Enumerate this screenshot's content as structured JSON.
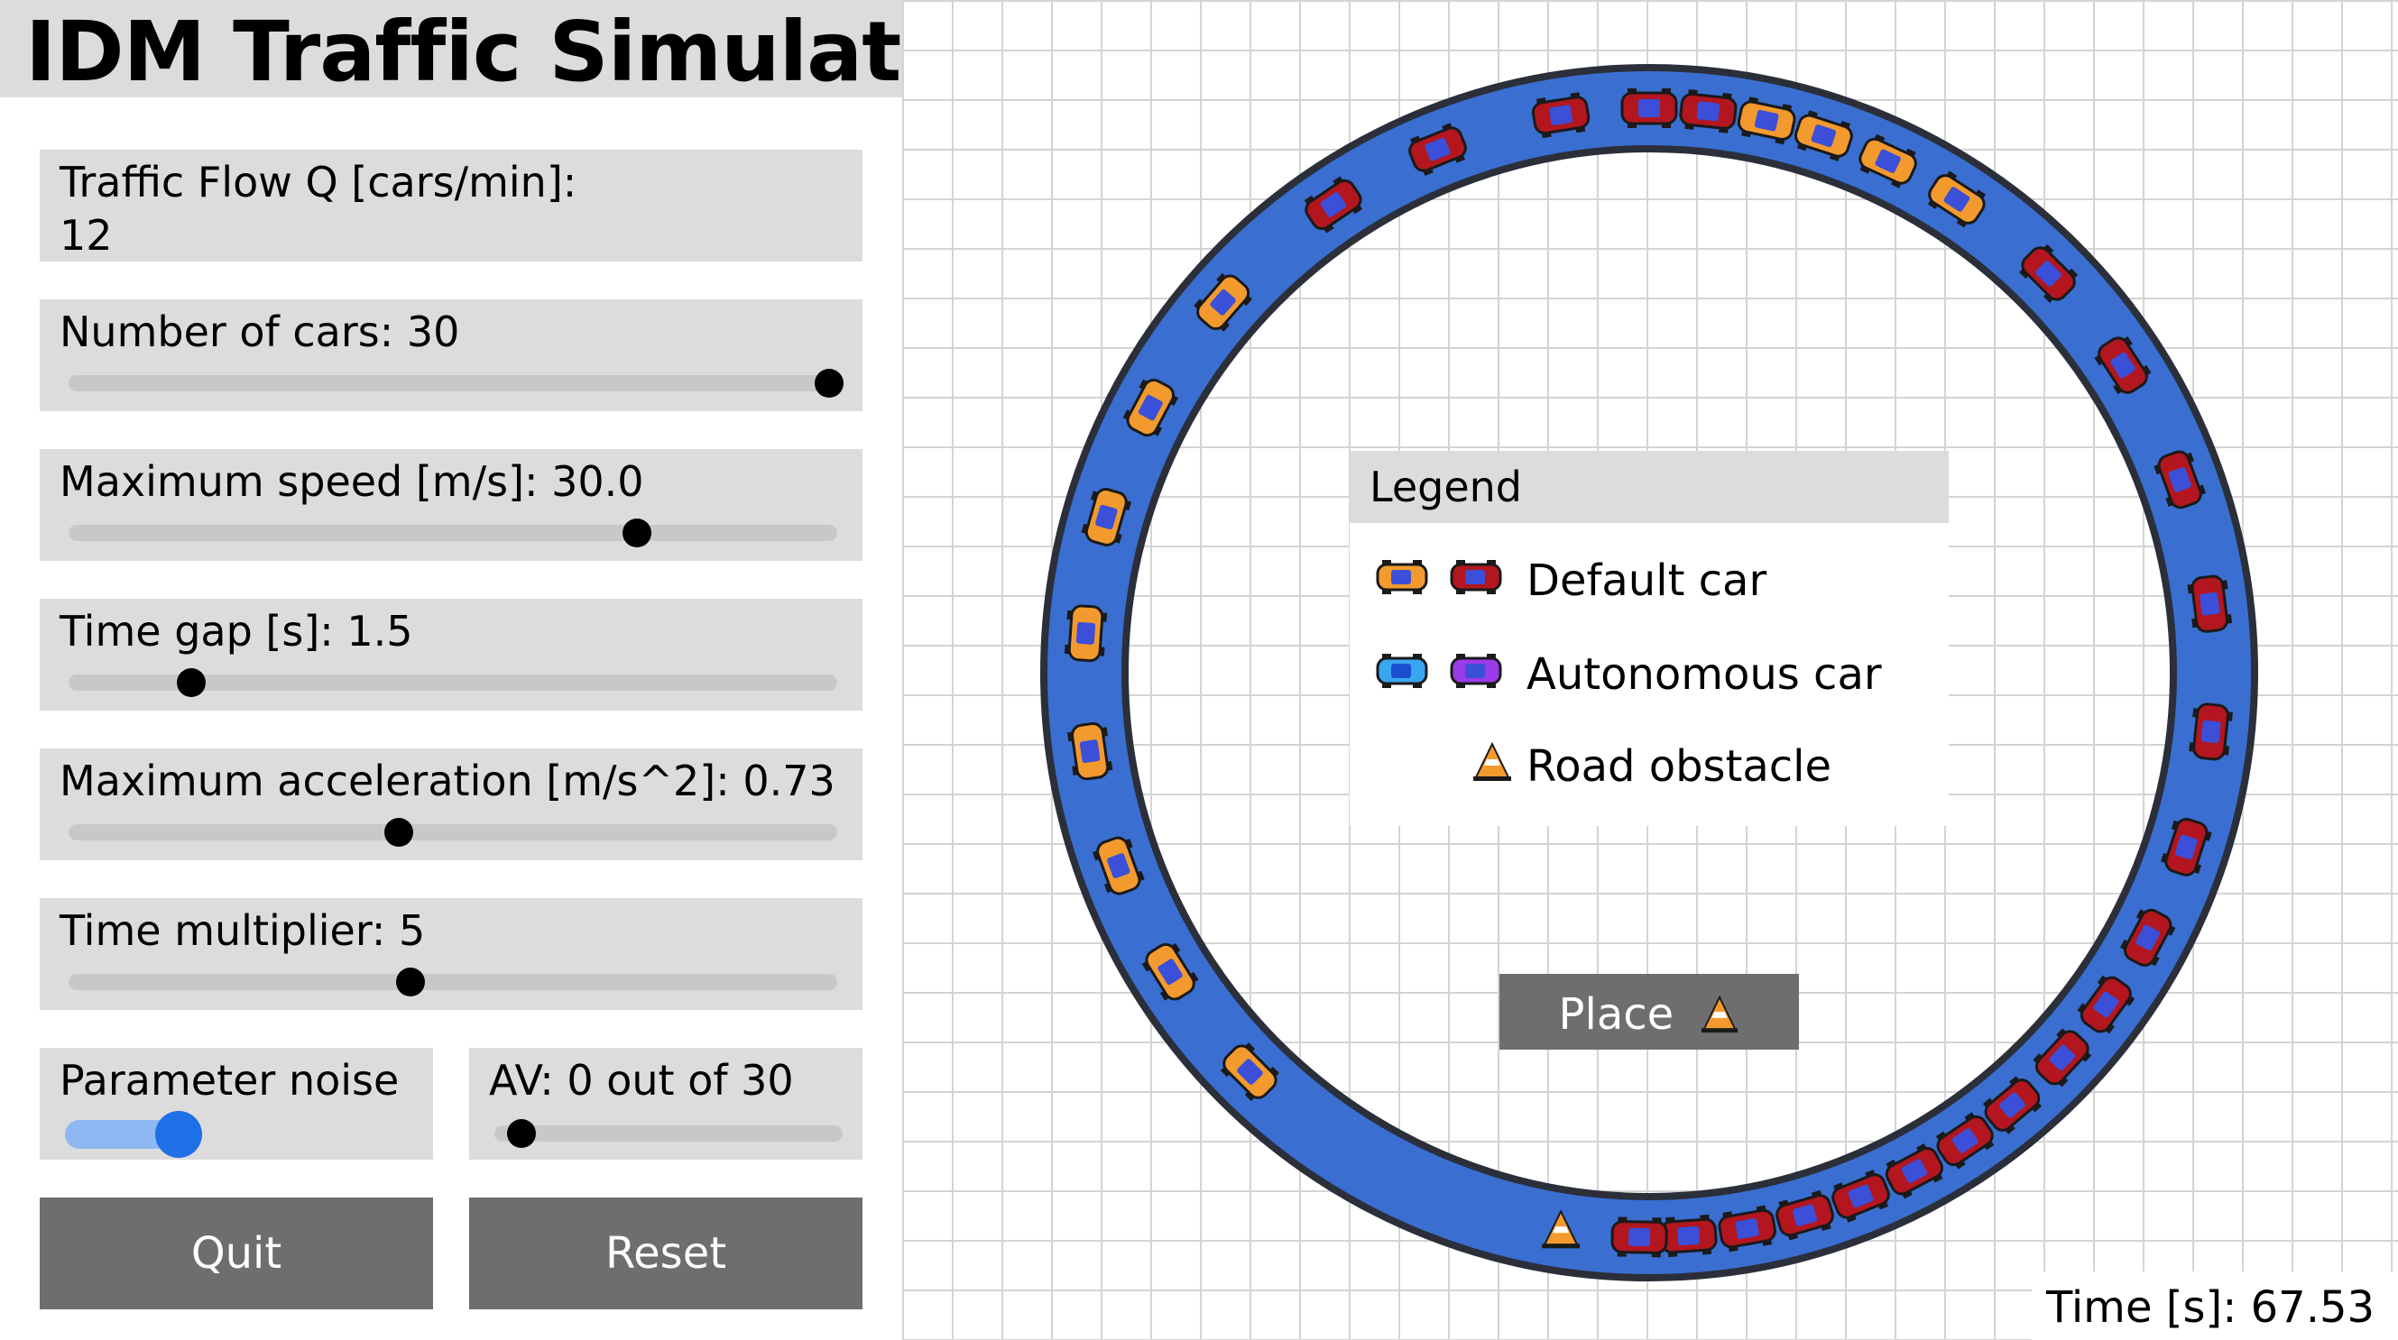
{
  "app": {
    "title": "IDM Traffic Simulator"
  },
  "controls": {
    "traffic_flow": {
      "label": "Traffic Flow Q [cars/min]:",
      "value": "12"
    },
    "num_cars": {
      "label": "Number of cars: 30",
      "fraction": 0.99
    },
    "max_speed": {
      "label": "Maximum speed [m/s]: 30.0",
      "fraction": 0.74
    },
    "time_gap": {
      "label": "Time gap [s]: 1.5",
      "fraction": 0.16
    },
    "max_accel": {
      "label": "Maximum acceleration [m/s^2]: 0.73",
      "fraction": 0.43
    },
    "time_multiplier": {
      "label": "Time multiplier: 5",
      "fraction": 0.445
    },
    "param_noise": {
      "label": "Parameter noise",
      "on": true
    },
    "av": {
      "label": "AV: 0 out of 30",
      "fraction": 0.0
    }
  },
  "buttons": {
    "quit": "Quit",
    "reset": "Reset",
    "place": "Place"
  },
  "legend": {
    "title": "Legend",
    "items": [
      {
        "label": "Default car",
        "icon": "car-icon"
      },
      {
        "label": "Autonomous car",
        "icon": "car-icon"
      },
      {
        "label": "Road obstacle",
        "icon": "traffic-cone-icon"
      }
    ]
  },
  "status": {
    "time": "Time [s]: 67.53"
  },
  "colors": {
    "road": "#3a6fd1",
    "road_edge": "#2b2f3a",
    "car_orange": "#f39a2e",
    "car_red": "#b3161e",
    "car_blue": "#39a7f0",
    "car_purple": "#9a3ae8",
    "cone": "#f39a2e"
  }
}
